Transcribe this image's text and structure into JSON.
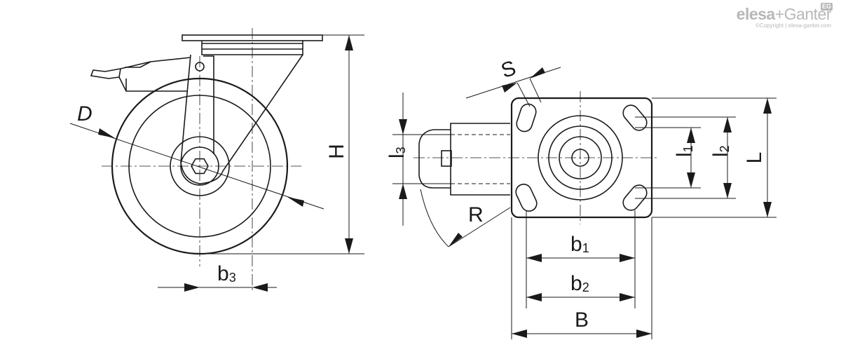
{
  "labels": {
    "D": "D",
    "H": "H",
    "b3": "b",
    "b3_sub": "3",
    "S": "S",
    "R": "R",
    "l3": "l",
    "l3_sub": "3",
    "l1": "l",
    "l1_sub": "1",
    "l2": "l",
    "l2_sub": "2",
    "L": "L",
    "b1": "b",
    "b1_sub": "1",
    "b2": "b",
    "b2_sub": "2",
    "B": "B"
  },
  "logo": {
    "brand_a": "elesa",
    "plus": "+",
    "brand_b": "Ganter",
    "badge": "EG",
    "copyright": "©Copyright | elesa-ganter.com"
  },
  "colors": {
    "line": "#1a1a1a",
    "logo_gray": "#b8b8b8"
  }
}
